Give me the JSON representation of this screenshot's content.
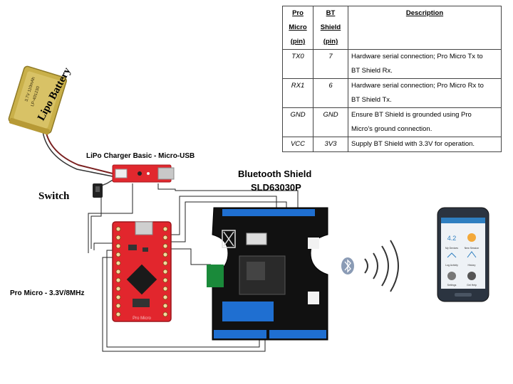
{
  "labels": {
    "lipo_battery": "Lipo Battery",
    "charger": "LiPo Charger Basic - Micro-USB",
    "switch": "Switch",
    "bt_shield_line1": "Bluetooth Shield",
    "bt_shield_line2": "SLD63030P",
    "pro_micro": "Pro Micro - 3.3V/8MHz"
  },
  "table": {
    "headers": {
      "pro_micro": [
        "Pro",
        "Micro",
        "(pin)"
      ],
      "bt_shield": [
        "BT",
        "Shield",
        "(pin)"
      ],
      "description": "Description"
    },
    "rows": [
      {
        "pro_micro": "TX0",
        "bt_shield": "7",
        "description_lines": [
          "Hardware serial connection; Pro Micro Tx to",
          "BT Shield Rx."
        ]
      },
      {
        "pro_micro": "RX1",
        "bt_shield": "6",
        "description_lines": [
          "Hardware serial connection; Pro Micro Rx to",
          "BT Shield Tx."
        ]
      },
      {
        "pro_micro": "GND",
        "bt_shield": "GND",
        "description_lines": [
          "Ensure BT Shield is grounded using Pro",
          "Micro’s ground connection."
        ]
      },
      {
        "pro_micro": "VCC",
        "bt_shield": "3V3",
        "description_lines": [
          "Supply BT Shield with 3.3V for operation."
        ]
      }
    ]
  },
  "battery_print": [
    "3.7V 110mAh",
    "LP-401230"
  ],
  "pro_micro_print": "Pro Micro",
  "phone_tiles": [
    "My Devices",
    "New Session",
    "Log Activity",
    "History",
    "Settings",
    "Get Help"
  ],
  "phone_reading": "4.2",
  "colors": {
    "pro_micro_board": "#e2262d",
    "bt_shield_board": "#111111",
    "header_blue": "#1f6fd1",
    "charger_board": "#e1282e",
    "phone_body": "#2b3440",
    "phone_screen_header": "#2f7fc0",
    "bluetooth_symbol": "#8a9bb5",
    "wire": "#222222"
  },
  "icons": [
    "bluetooth-icon",
    "wireless-signal-icon",
    "phone-icon",
    "lipo-battery-icon",
    "switch-icon"
  ]
}
